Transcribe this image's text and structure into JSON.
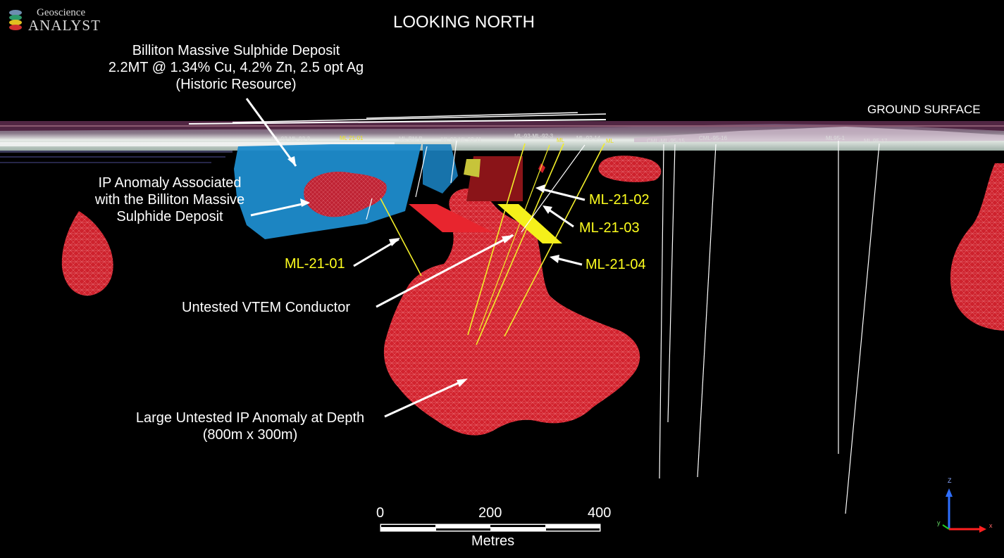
{
  "title": "LOOKING NORTH",
  "logo": {
    "line1": "Geoscience",
    "line2": "ANALYST"
  },
  "ground_surface": "GROUND SURFACE",
  "billiton": {
    "line1": "Billiton Massive Sulphide Deposit",
    "line2": "2.2MT @ 1.34% Cu, 4.2% Zn, 2.5 opt Ag",
    "line3": "(Historic Resource)"
  },
  "ip_assoc": {
    "line1": "IP Anomaly Associated",
    "line2": "with the Billiton Massive",
    "line3": "Sulphide Deposit"
  },
  "holes": {
    "ml2101": "ML-21-01",
    "ml2102": "ML-21-02",
    "ml2103": "ML-21-03",
    "ml2104": "ML-21-04"
  },
  "vtem": "Untested VTEM Conductor",
  "large_ip": {
    "line1": "Large Untested IP Anomaly at Depth",
    "line2": "(800m x 300m)"
  },
  "scale": {
    "t0": "0",
    "t1": "200",
    "t2": "400",
    "unit": "Metres"
  },
  "axes": {
    "z": "Z",
    "y": "y",
    "x": "x"
  },
  "colors": {
    "background": "#000000",
    "ip_anomaly": "#e8283a",
    "deposit": "#1e8fd0",
    "drillhole": "#f2ee2a",
    "annotation": "#ffffff"
  }
}
